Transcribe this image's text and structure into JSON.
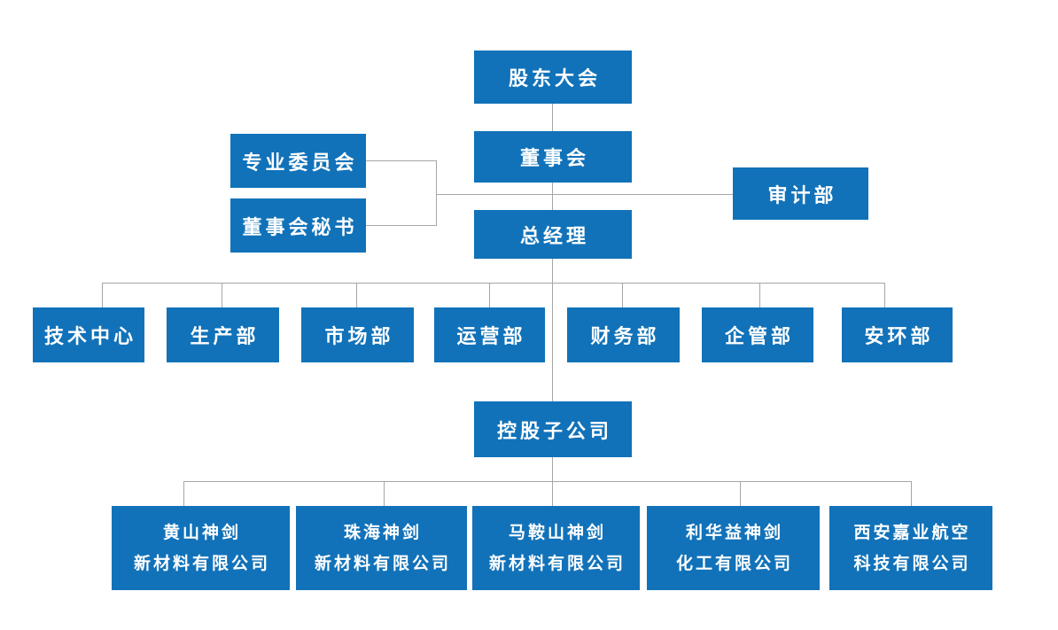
{
  "colors": {
    "node_fill": "#1172b9",
    "node_text": "#ffffff",
    "connector": "#a6a6a6",
    "background": "#ffffff"
  },
  "org_chart": {
    "type": "org-chart",
    "nodes": {
      "shareholders_meeting": {
        "label": "股东大会"
      },
      "board_of_directors": {
        "label": "董事会"
      },
      "special_committees": {
        "label": "专业委员会"
      },
      "board_secretary": {
        "label": "董事会秘书"
      },
      "audit_department": {
        "label": "审计部"
      },
      "general_manager": {
        "label": "总经理"
      },
      "holding_subsidiaries": {
        "label": "控股子公司"
      }
    },
    "departments": [
      {
        "label": "技术中心"
      },
      {
        "label": "生产部"
      },
      {
        "label": "市场部"
      },
      {
        "label": "运营部"
      },
      {
        "label": "财务部"
      },
      {
        "label": "企管部"
      },
      {
        "label": "安环部"
      }
    ],
    "subsidiaries": [
      {
        "line1": "黄山神剑",
        "line2": "新材料有限公司"
      },
      {
        "line1": "珠海神剑",
        "line2": "新材料有限公司"
      },
      {
        "line1": "马鞍山神剑",
        "line2": "新材料有限公司"
      },
      {
        "line1": "利华益神剑",
        "line2": "化工有限公司"
      },
      {
        "line1": "西安嘉业航空",
        "line2": "科技有限公司"
      }
    ],
    "edges": [
      [
        "股东大会",
        "董事会"
      ],
      [
        "董事会",
        "专业委员会"
      ],
      [
        "董事会",
        "董事会秘书"
      ],
      [
        "董事会",
        "审计部"
      ],
      [
        "董事会",
        "总经理"
      ],
      [
        "总经理",
        "技术中心"
      ],
      [
        "总经理",
        "生产部"
      ],
      [
        "总经理",
        "市场部"
      ],
      [
        "总经理",
        "运营部"
      ],
      [
        "总经理",
        "财务部"
      ],
      [
        "总经理",
        "企管部"
      ],
      [
        "总经理",
        "安环部"
      ],
      [
        "总经理",
        "控股子公司"
      ],
      [
        "控股子公司",
        "黄山神剑新材料有限公司"
      ],
      [
        "控股子公司",
        "珠海神剑新材料有限公司"
      ],
      [
        "控股子公司",
        "马鞍山神剑新材料有限公司"
      ],
      [
        "控股子公司",
        "利华益神剑化工有限公司"
      ],
      [
        "控股子公司",
        "西安嘉业航空科技有限公司"
      ]
    ]
  }
}
